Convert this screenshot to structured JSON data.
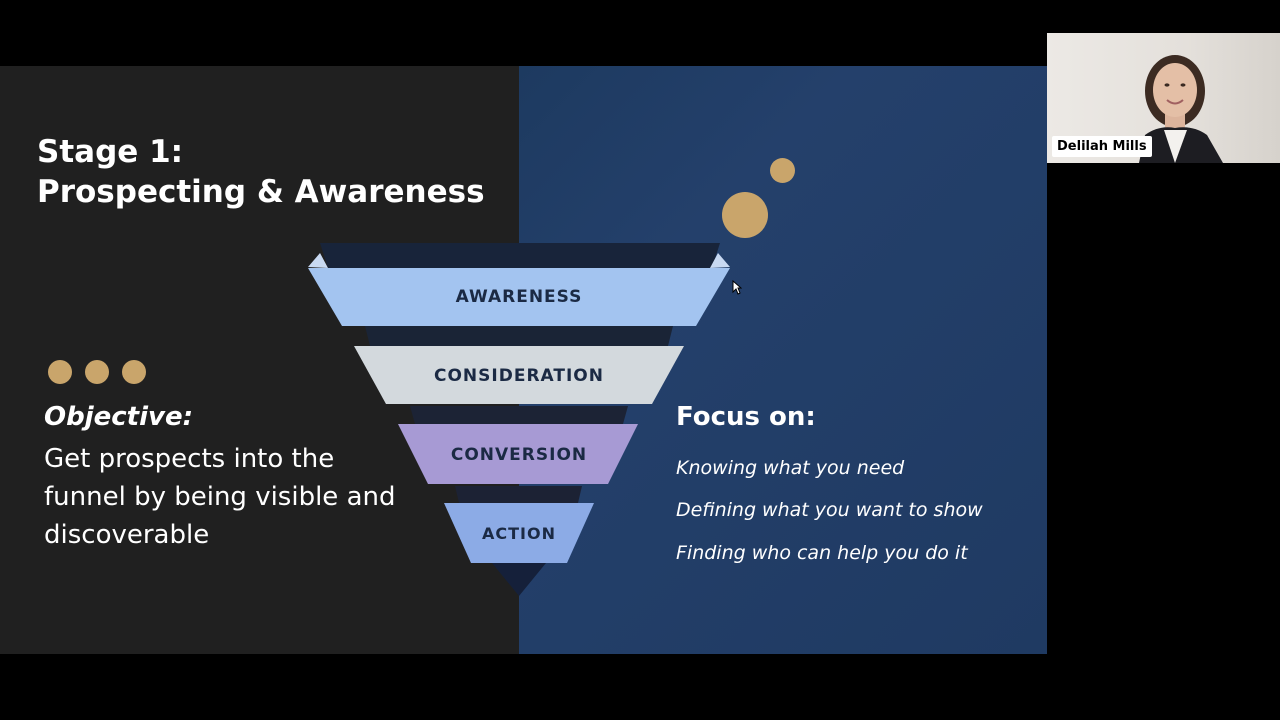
{
  "slide": {
    "title_line1": "Stage 1:",
    "title_line2": "Prospecting & Awareness",
    "objective_label": "Objective:",
    "objective_text": "Get prospects into the funnel by being visible and discoverable",
    "funnel": {
      "stages": [
        {
          "label": "AWARENESS",
          "color": "#a3c4f0"
        },
        {
          "label": "CONSIDERATION",
          "color": "#d3d9dd"
        },
        {
          "label": "CONVERSION",
          "color": "#a79ad4"
        },
        {
          "label": "ACTION",
          "color": "#8cabe6"
        }
      ]
    },
    "focus_title": "Focus on:",
    "focus_items": [
      "Knowing what you need",
      "Defining what you want to show",
      "Finding who can help you do it"
    ],
    "colors": {
      "left_panel": "#202020",
      "right_panel": "#1f3a62",
      "accent_gold": "#c9a56b"
    }
  },
  "webcam": {
    "speaker_name": "Delilah Mills"
  }
}
